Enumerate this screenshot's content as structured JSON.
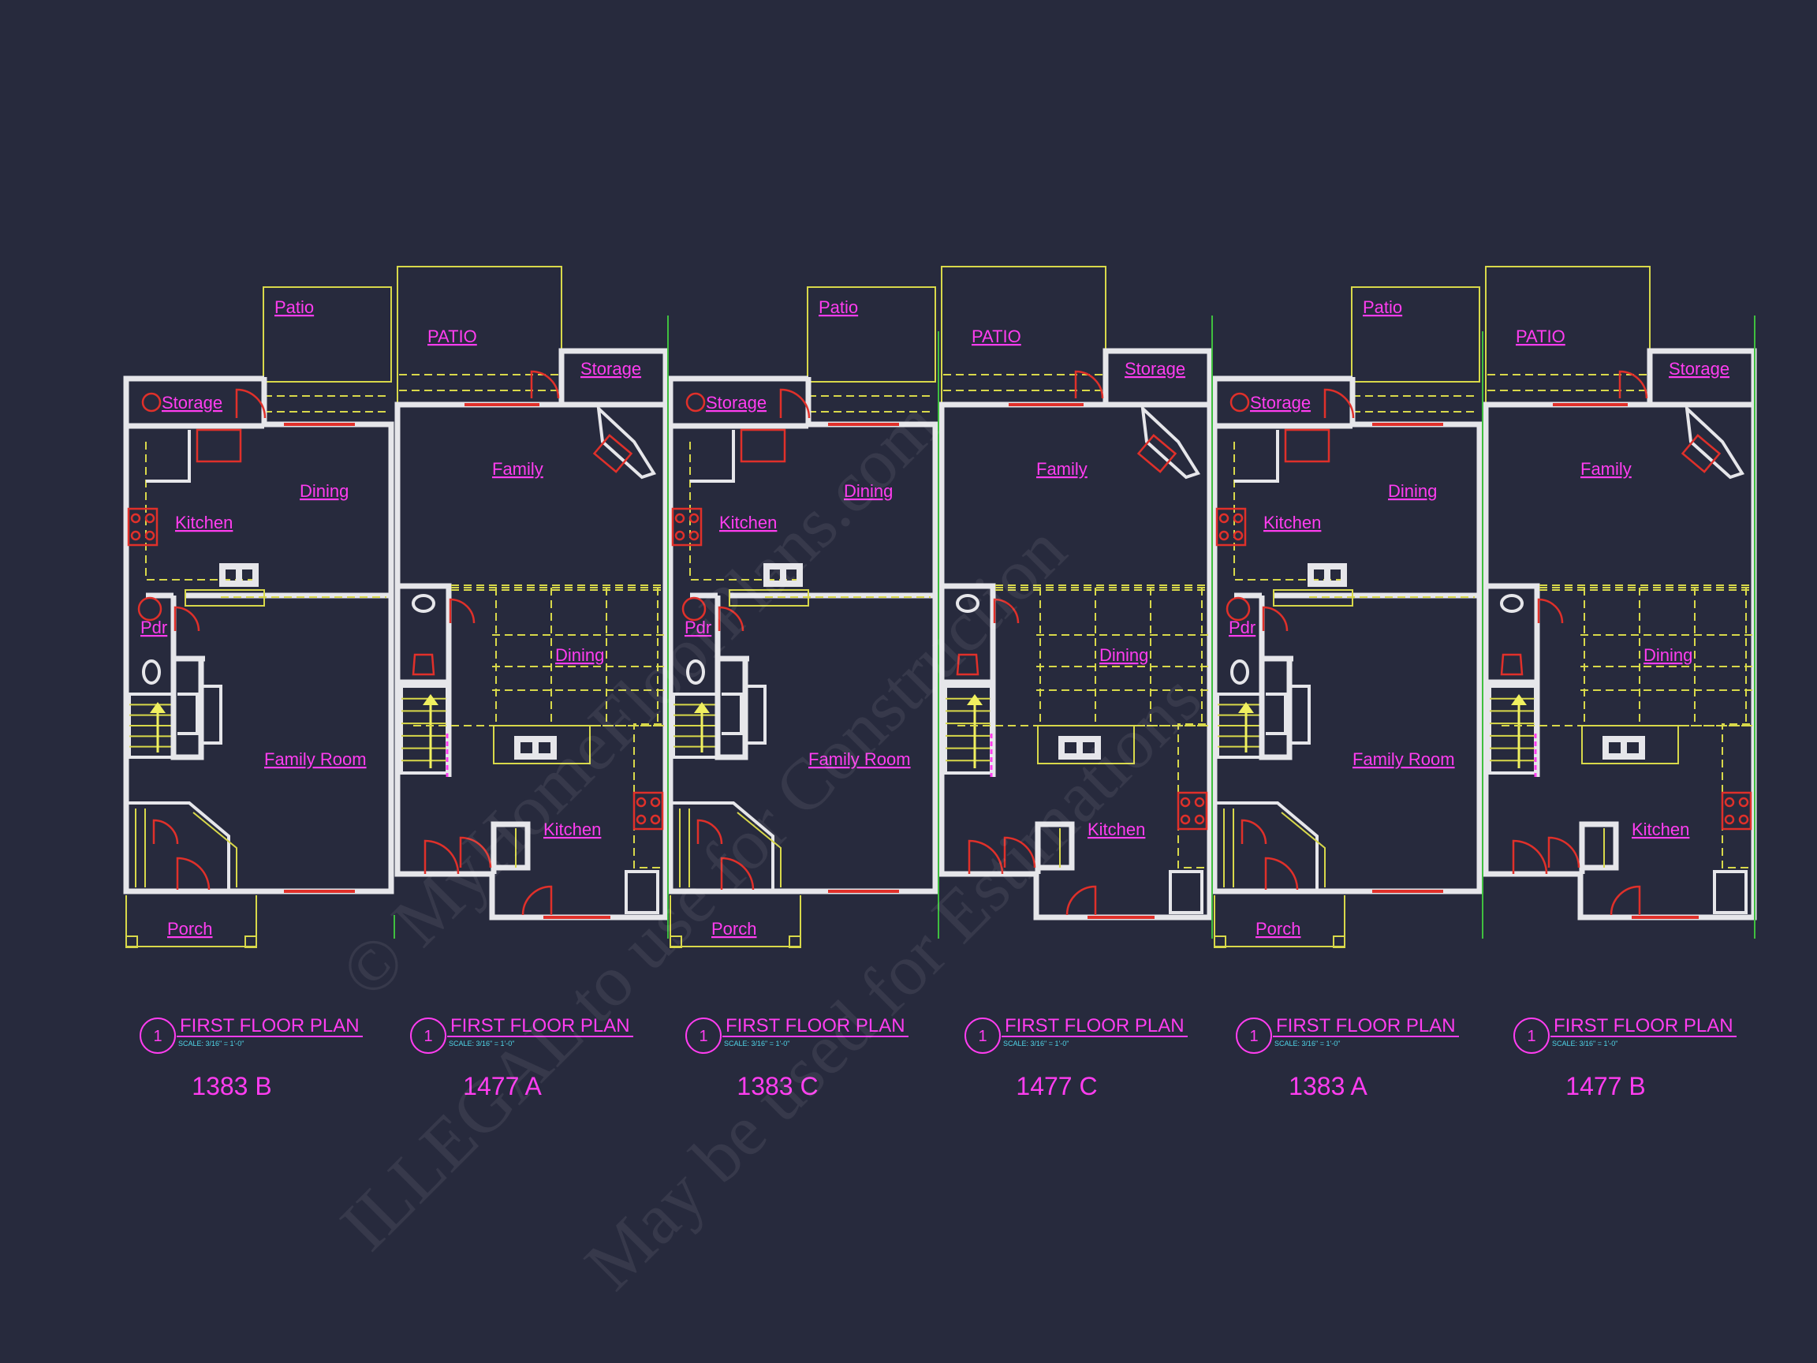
{
  "plans": [
    {
      "type": "1383",
      "title": "FIRST FLOOR PLAN",
      "scale": "SCALE: 3/16\" = 1'-0\"",
      "bubble": "1",
      "unit": "1383 B",
      "rooms": {
        "patio": "Patio",
        "storage": "Storage",
        "dining": "Dining",
        "kitchen": "Kitchen",
        "pdr": "Pdr",
        "family": "Family Room",
        "porch": "Porch"
      }
    },
    {
      "type": "1477",
      "title": "FIRST FLOOR PLAN",
      "scale": "SCALE: 3/16\" = 1'-0\"",
      "bubble": "1",
      "unit": "1477 A",
      "rooms": {
        "patio": "PATIO",
        "storage": "Storage",
        "family": "Family",
        "dining": "Dining",
        "kitchen": "Kitchen"
      }
    },
    {
      "type": "1383",
      "title": "FIRST FLOOR PLAN",
      "scale": "SCALE: 3/16\" = 1'-0\"",
      "bubble": "1",
      "unit": "1383 C",
      "rooms": {
        "patio": "Patio",
        "storage": "Storage",
        "dining": "Dining",
        "kitchen": "Kitchen",
        "pdr": "Pdr",
        "family": "Family Room",
        "porch": "Porch"
      }
    },
    {
      "type": "1477",
      "title": "FIRST FLOOR PLAN",
      "scale": "SCALE: 3/16\" = 1'-0\"",
      "bubble": "1",
      "unit": "1477 C",
      "rooms": {
        "patio": "PATIO",
        "storage": "Storage",
        "family": "Family",
        "dining": "Dining",
        "kitchen": "Kitchen"
      }
    },
    {
      "type": "1383",
      "title": "FIRST FLOOR PLAN",
      "scale": "SCALE: 3/16\" = 1'-0\"",
      "bubble": "1",
      "unit": "1383 A",
      "rooms": {
        "patio": "Patio",
        "storage": "Storage",
        "dining": "Dining",
        "kitchen": "Kitchen",
        "pdr": "Pdr",
        "family": "Family Room",
        "porch": "Porch"
      }
    },
    {
      "type": "1477",
      "title": "FIRST FLOOR PLAN",
      "scale": "SCALE: 3/16\" = 1'-0\"",
      "bubble": "1",
      "unit": "1477 B",
      "rooms": {
        "patio": "PATIO",
        "storage": "Storage",
        "family": "Family",
        "dining": "Dining",
        "kitchen": "Kitchen"
      }
    }
  ],
  "watermark": {
    "line1": "© MyHomeFloorPlans.com",
    "line2": "ILLEGAL to use for Construction",
    "line3": "May be used for Estimations"
  },
  "colors": {
    "background": "#272a3d",
    "walls": "#e6e6ea",
    "labels": "#ff3df0",
    "dashed_lines": "#d8d84a",
    "doors_fixtures": "#e0302a",
    "scale_text": "#4fd6e8",
    "property_lines": "#3fbf3f"
  }
}
